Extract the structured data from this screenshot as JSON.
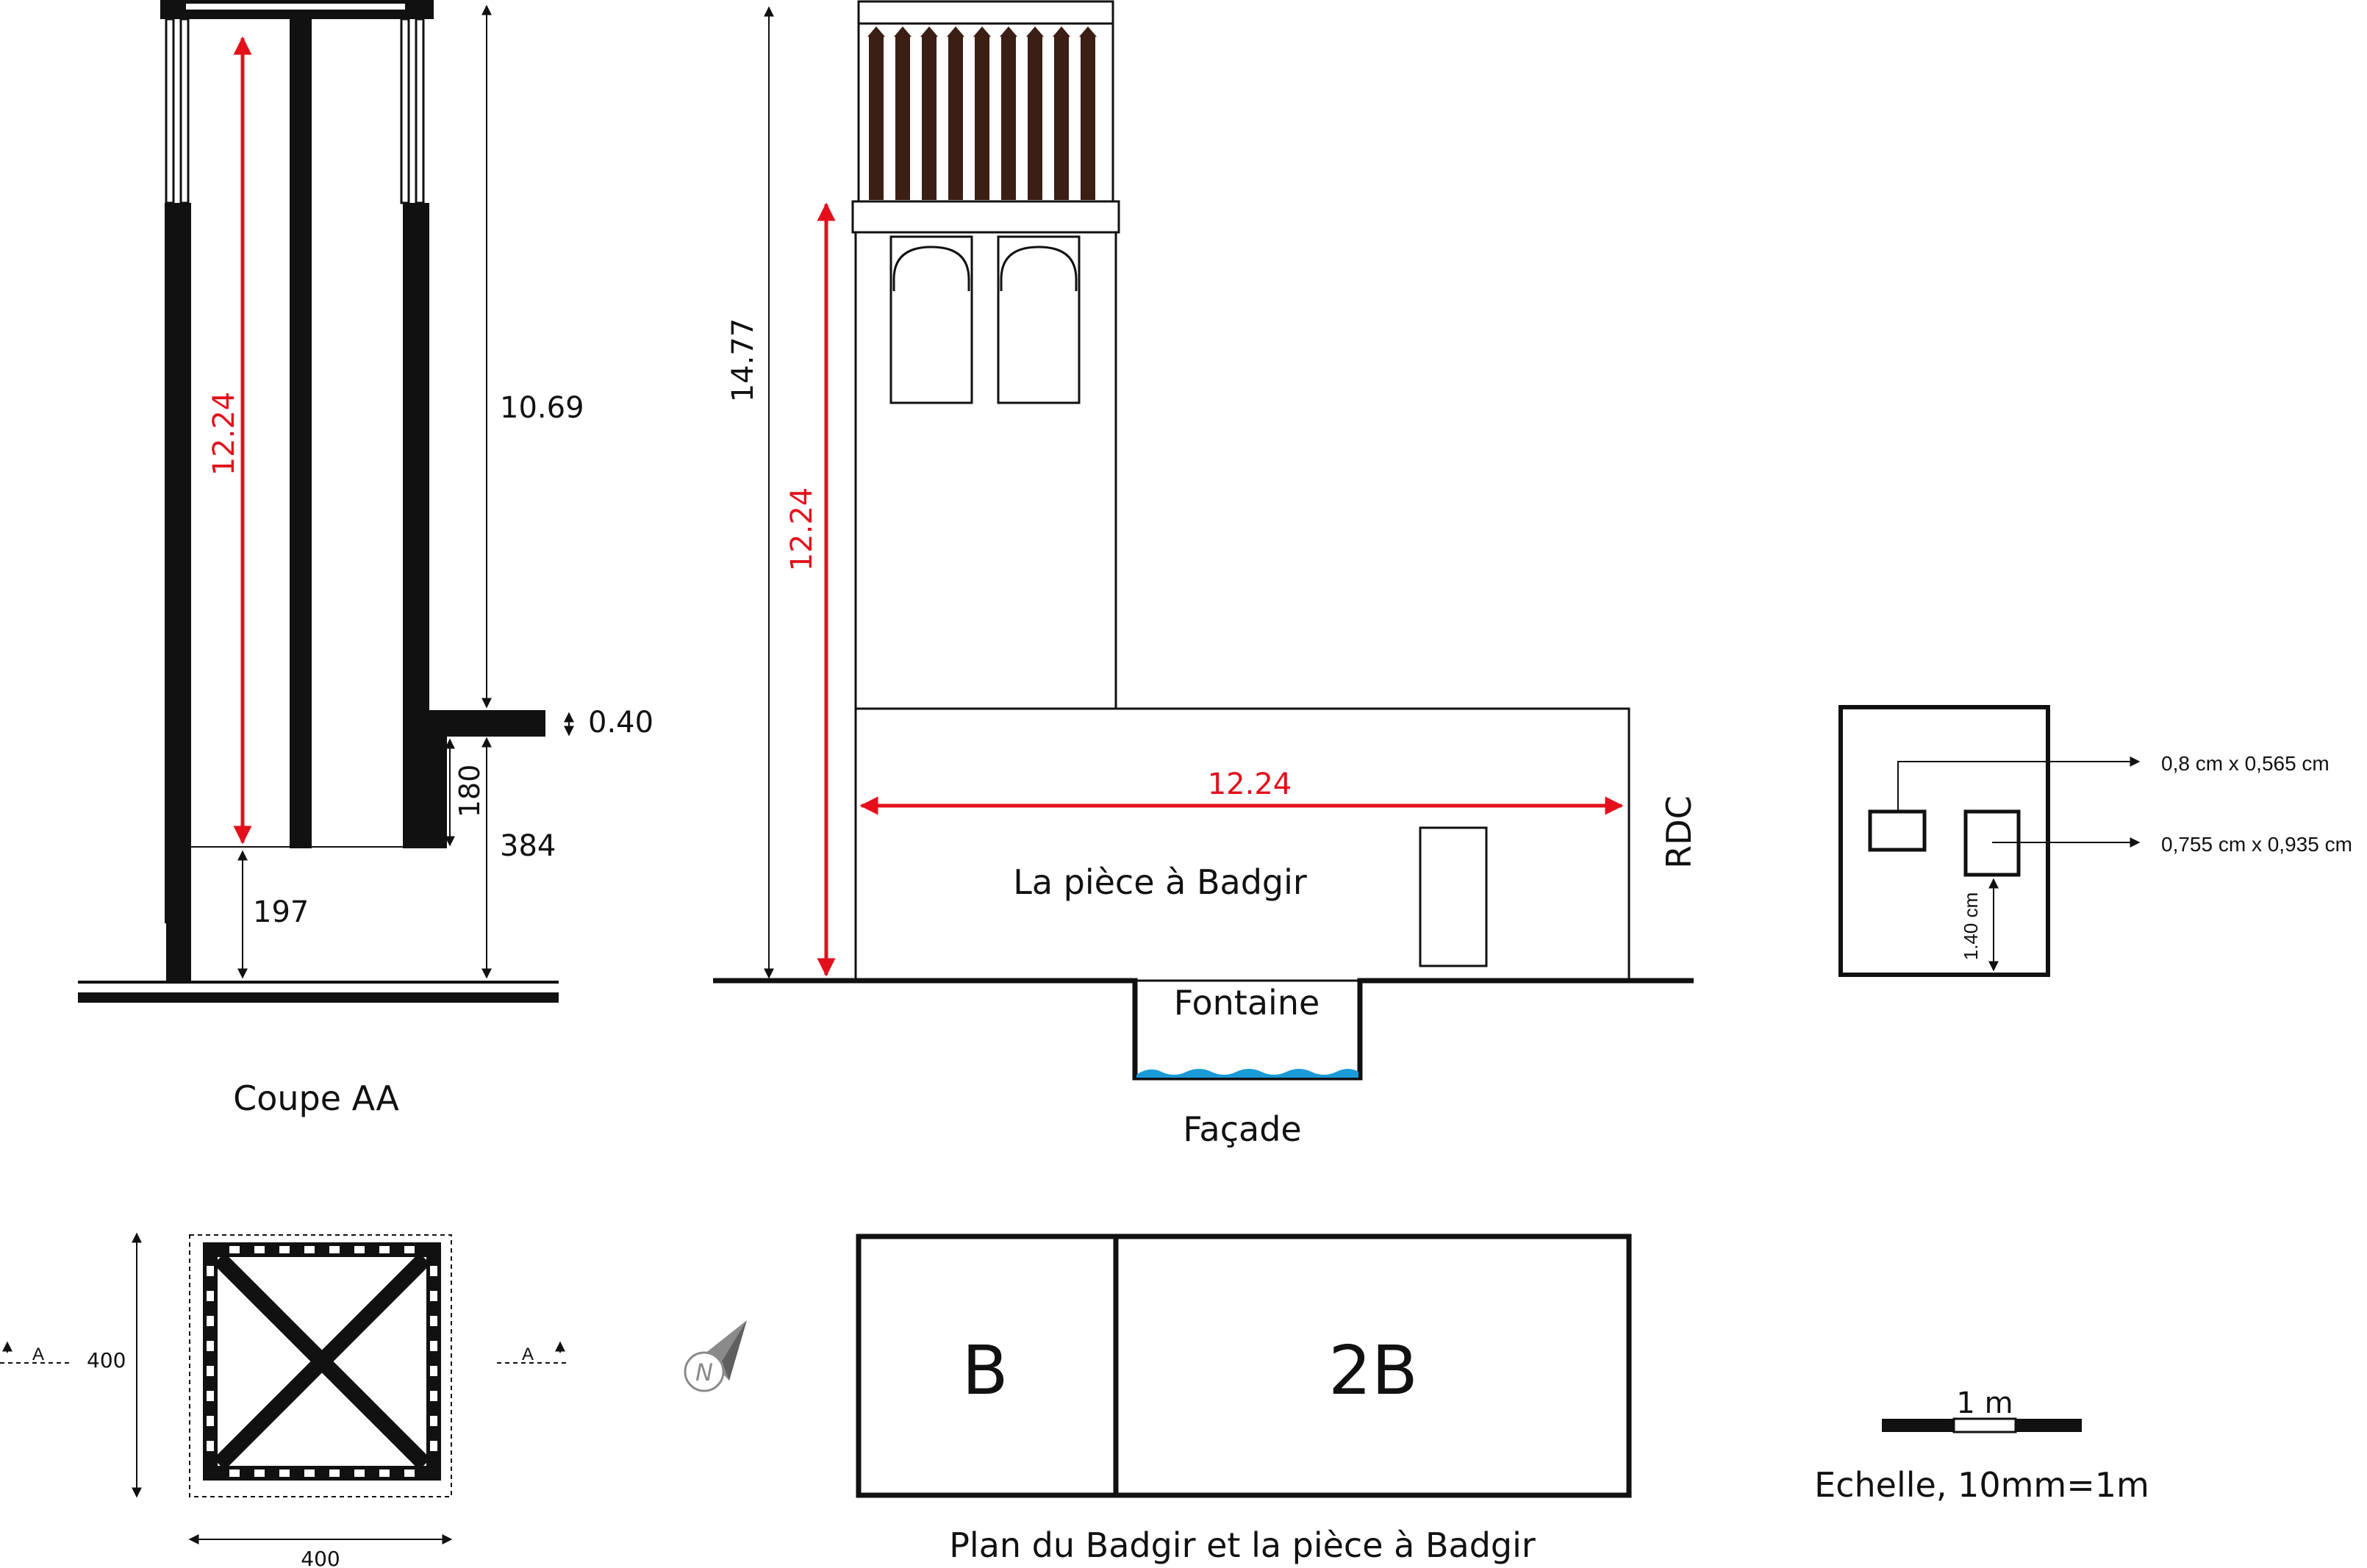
{
  "colors": {
    "ink": "#111111",
    "dimension_red": "#e3101b",
    "water": "#1a9ad7",
    "wood": "#3b1e14",
    "compass": "#8a8a8a"
  },
  "section_aa": {
    "title": "Coupe AA",
    "dim_shaft_red": "12.24",
    "dim_top": "10.69",
    "dim_slab": "0.40",
    "dim_180": "180",
    "dim_384": "384",
    "dim_197": "197"
  },
  "facade": {
    "title": "Façade",
    "dim_total": "14.77",
    "dim_vertical_red": "12.24",
    "dim_horizontal_red": "12.24",
    "room_label": "La pièce à Badgir",
    "fountain_label": "Fontaine",
    "level_label": "RDC"
  },
  "opening_detail": {
    "dim_opening_1": "0,8 cm x 0,565 cm",
    "dim_opening_2": "0,755 cm x 0,935 cm",
    "dim_sill": "1.40 cm"
  },
  "tower_plan": {
    "dim_height": "400",
    "dim_width": "400",
    "section_mark_left": "A",
    "section_mark_right": "A",
    "compass_icon": "north-arrow-icon",
    "compass_letter": "N"
  },
  "room_plan": {
    "title": "Plan du Badgir et la pièce à Badgir",
    "cell_left": "B",
    "cell_right": "2B"
  },
  "scale": {
    "unit_label": "1 m",
    "caption": "Echelle, 10mm=1m"
  }
}
